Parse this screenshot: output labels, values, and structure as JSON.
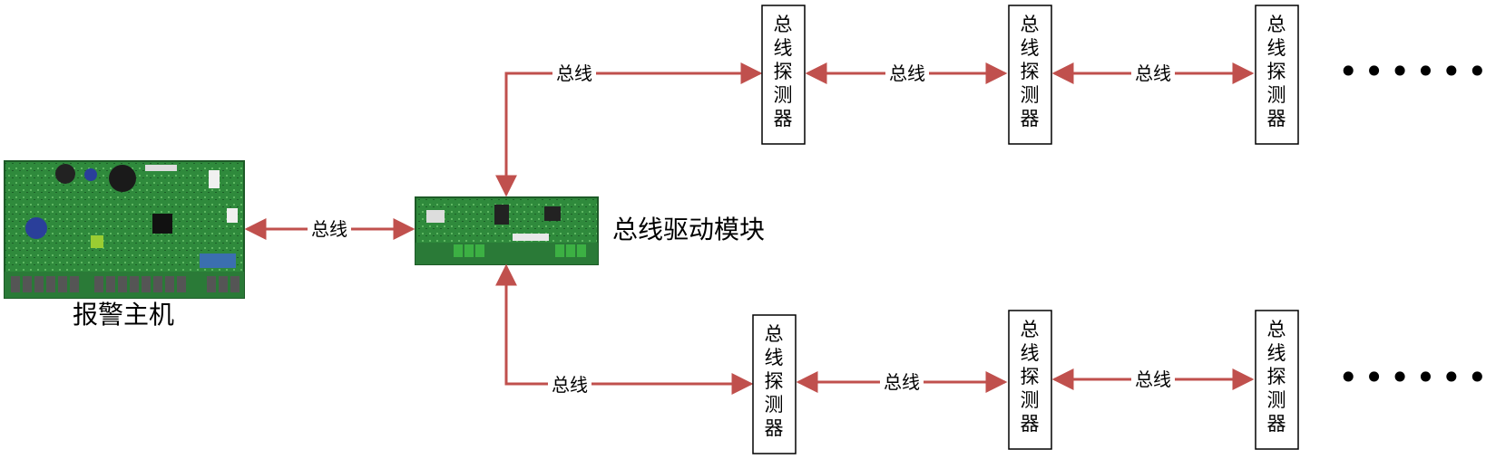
{
  "host_label": "报警主机",
  "driver_label": "总线驱动模块",
  "bus_label": "总线",
  "detector_label": "总线探测器",
  "detector_chars": [
    "总",
    "线",
    "探",
    "测",
    "器"
  ],
  "ellipsis": "••••••",
  "colors": {
    "line": "#c0504d",
    "box_border": "#000000",
    "pcb_green": "#2e8b3e"
  }
}
